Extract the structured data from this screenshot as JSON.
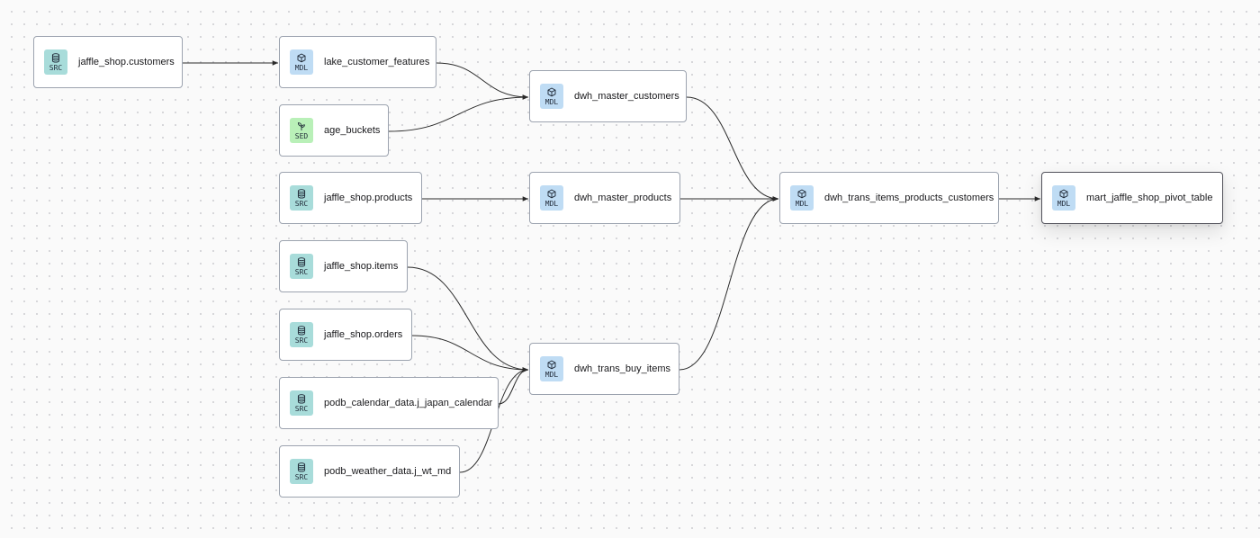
{
  "badge_types": {
    "source": {
      "label": "SRC",
      "color": "#a8dcda",
      "icon": "database-icon"
    },
    "model": {
      "label": "MDL",
      "color": "#bfdcf4",
      "icon": "cube-icon"
    },
    "seed": {
      "label": "SED",
      "color": "#b9f0b8",
      "icon": "sprout-icon"
    }
  },
  "nodes": [
    {
      "id": "jaffle_shop_customers",
      "label": "jaffle_shop.customers",
      "type": "source"
    },
    {
      "id": "lake_customer_features",
      "label": "lake_customer_features",
      "type": "model"
    },
    {
      "id": "age_buckets",
      "label": "age_buckets",
      "type": "seed"
    },
    {
      "id": "jaffle_shop_products",
      "label": "jaffle_shop.products",
      "type": "source"
    },
    {
      "id": "jaffle_shop_items",
      "label": "jaffle_shop.items",
      "type": "source"
    },
    {
      "id": "jaffle_shop_orders",
      "label": "jaffle_shop.orders",
      "type": "source"
    },
    {
      "id": "podb_calendar",
      "label": "podb_calendar_data.j_japan_calendar",
      "type": "source"
    },
    {
      "id": "podb_weather",
      "label": "podb_weather_data.j_wt_md",
      "type": "source"
    },
    {
      "id": "dwh_master_customers",
      "label": "dwh_master_customers",
      "type": "model"
    },
    {
      "id": "dwh_master_products",
      "label": "dwh_master_products",
      "type": "model"
    },
    {
      "id": "dwh_trans_buy_items",
      "label": "dwh_trans_buy_items",
      "type": "model"
    },
    {
      "id": "dwh_trans_items_products_customers",
      "label": "dwh_trans_items_products_customers",
      "type": "model"
    },
    {
      "id": "mart_jaffle_shop_pivot_table",
      "label": "mart_jaffle_shop_pivot_table",
      "type": "model",
      "selected": true
    }
  ],
  "edges": [
    {
      "from": "jaffle_shop_customers",
      "to": "lake_customer_features"
    },
    {
      "from": "lake_customer_features",
      "to": "dwh_master_customers"
    },
    {
      "from": "age_buckets",
      "to": "dwh_master_customers"
    },
    {
      "from": "jaffle_shop_products",
      "to": "dwh_master_products"
    },
    {
      "from": "jaffle_shop_items",
      "to": "dwh_trans_buy_items"
    },
    {
      "from": "jaffle_shop_orders",
      "to": "dwh_trans_buy_items"
    },
    {
      "from": "podb_calendar",
      "to": "dwh_trans_buy_items"
    },
    {
      "from": "podb_weather",
      "to": "dwh_trans_buy_items"
    },
    {
      "from": "dwh_master_customers",
      "to": "dwh_trans_items_products_customers"
    },
    {
      "from": "dwh_master_products",
      "to": "dwh_trans_items_products_customers"
    },
    {
      "from": "dwh_trans_buy_items",
      "to": "dwh_trans_items_products_customers"
    },
    {
      "from": "dwh_trans_items_products_customers",
      "to": "mart_jaffle_shop_pivot_table"
    }
  ]
}
